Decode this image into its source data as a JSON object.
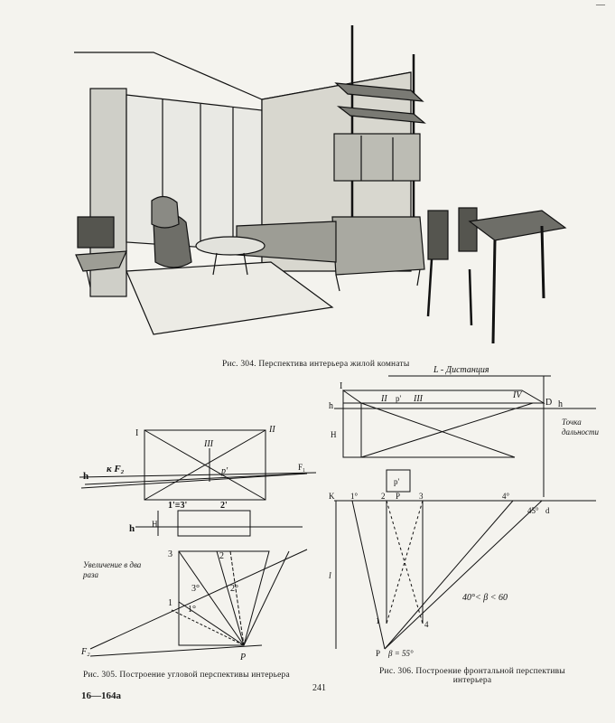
{
  "page": {
    "corner_mark": "—",
    "signature": "16—164a",
    "page_number": "241"
  },
  "figures": {
    "fig304": {
      "caption": "Рис. 304. Перспектива интерьера жилой комнаты"
    },
    "fig305": {
      "caption": "Рис. 305. Построение угловой перспективы интерьера",
      "labels": {
        "I": "I",
        "II": "II",
        "III": "III",
        "h": "h",
        "kF2": "к F₂",
        "p_prime": "p'",
        "F1": "F₁",
        "one_eq_three": "1'≡3'",
        "two_prime": "2'",
        "H": "H",
        "note": "Увеличение в два раза",
        "n3": "3",
        "n2": "2",
        "n1": "1",
        "n3deg": "3°",
        "n1deg": "1°",
        "n2deg": "2°",
        "F2": "F₂",
        "P": "P"
      }
    },
    "fig306": {
      "caption": "Рис. 306. Построение фронтальной перспективы интерьера",
      "labels": {
        "distance": "L - Дистанция",
        "I": "I",
        "II": "II",
        "III": "III",
        "IV": "IV",
        "h": "h",
        "H": "H",
        "D": "D",
        "p_prime": "p'",
        "tochka": "Точка дальности",
        "K": "K",
        "n1deg": "1°",
        "n2": "2",
        "P": "P",
        "n3": "3",
        "n4deg": "4°",
        "a45": "45°",
        "d": "d",
        "l": "l",
        "beta_range": "40°< β < 60",
        "n1": "1",
        "n4": "4",
        "beta": "β = 55°"
      }
    }
  }
}
